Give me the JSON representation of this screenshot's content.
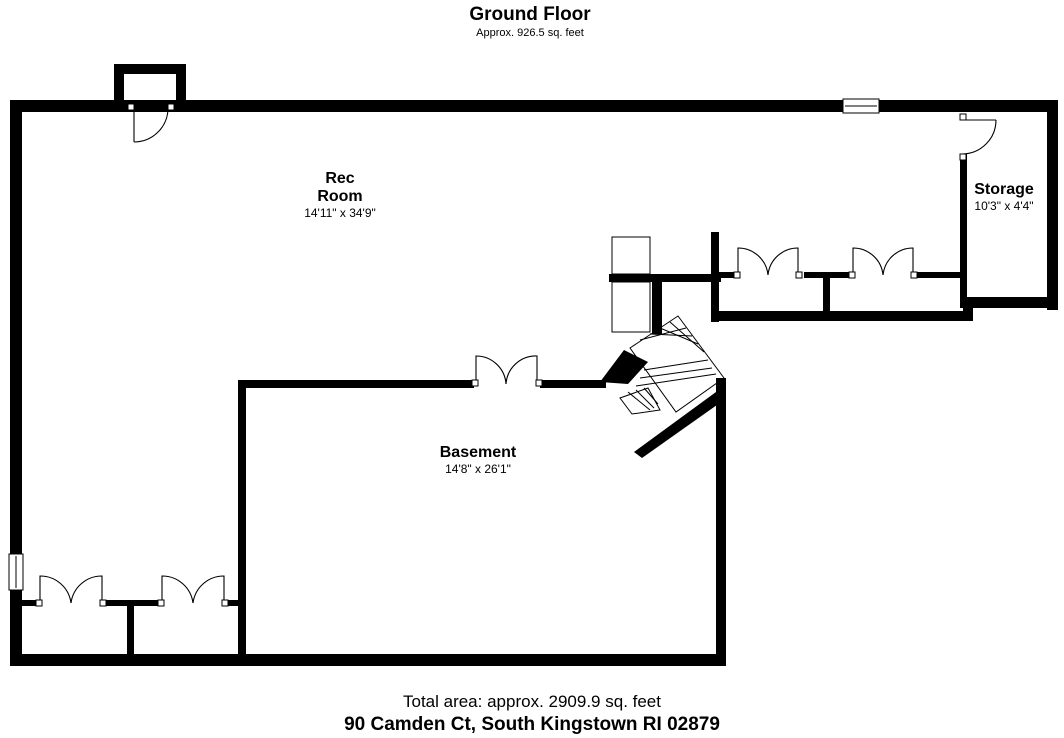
{
  "header": {
    "floor_title": "Ground Floor",
    "floor_area": "Approx. 926.5 sq. feet"
  },
  "rooms": {
    "rec_room": {
      "name_line1": "Rec",
      "name_line2": "Room",
      "dims": "14'11\" x 34'9\""
    },
    "storage": {
      "name": "Storage",
      "dims": "10'3\" x 4'4\""
    },
    "basement": {
      "name": "Basement",
      "dims": "14'8\" x 26'1\""
    }
  },
  "footer": {
    "total_area": "Total area: approx. 2909.9 sq. feet",
    "address": "90 Camden Ct, South Kingstown RI 02879"
  }
}
